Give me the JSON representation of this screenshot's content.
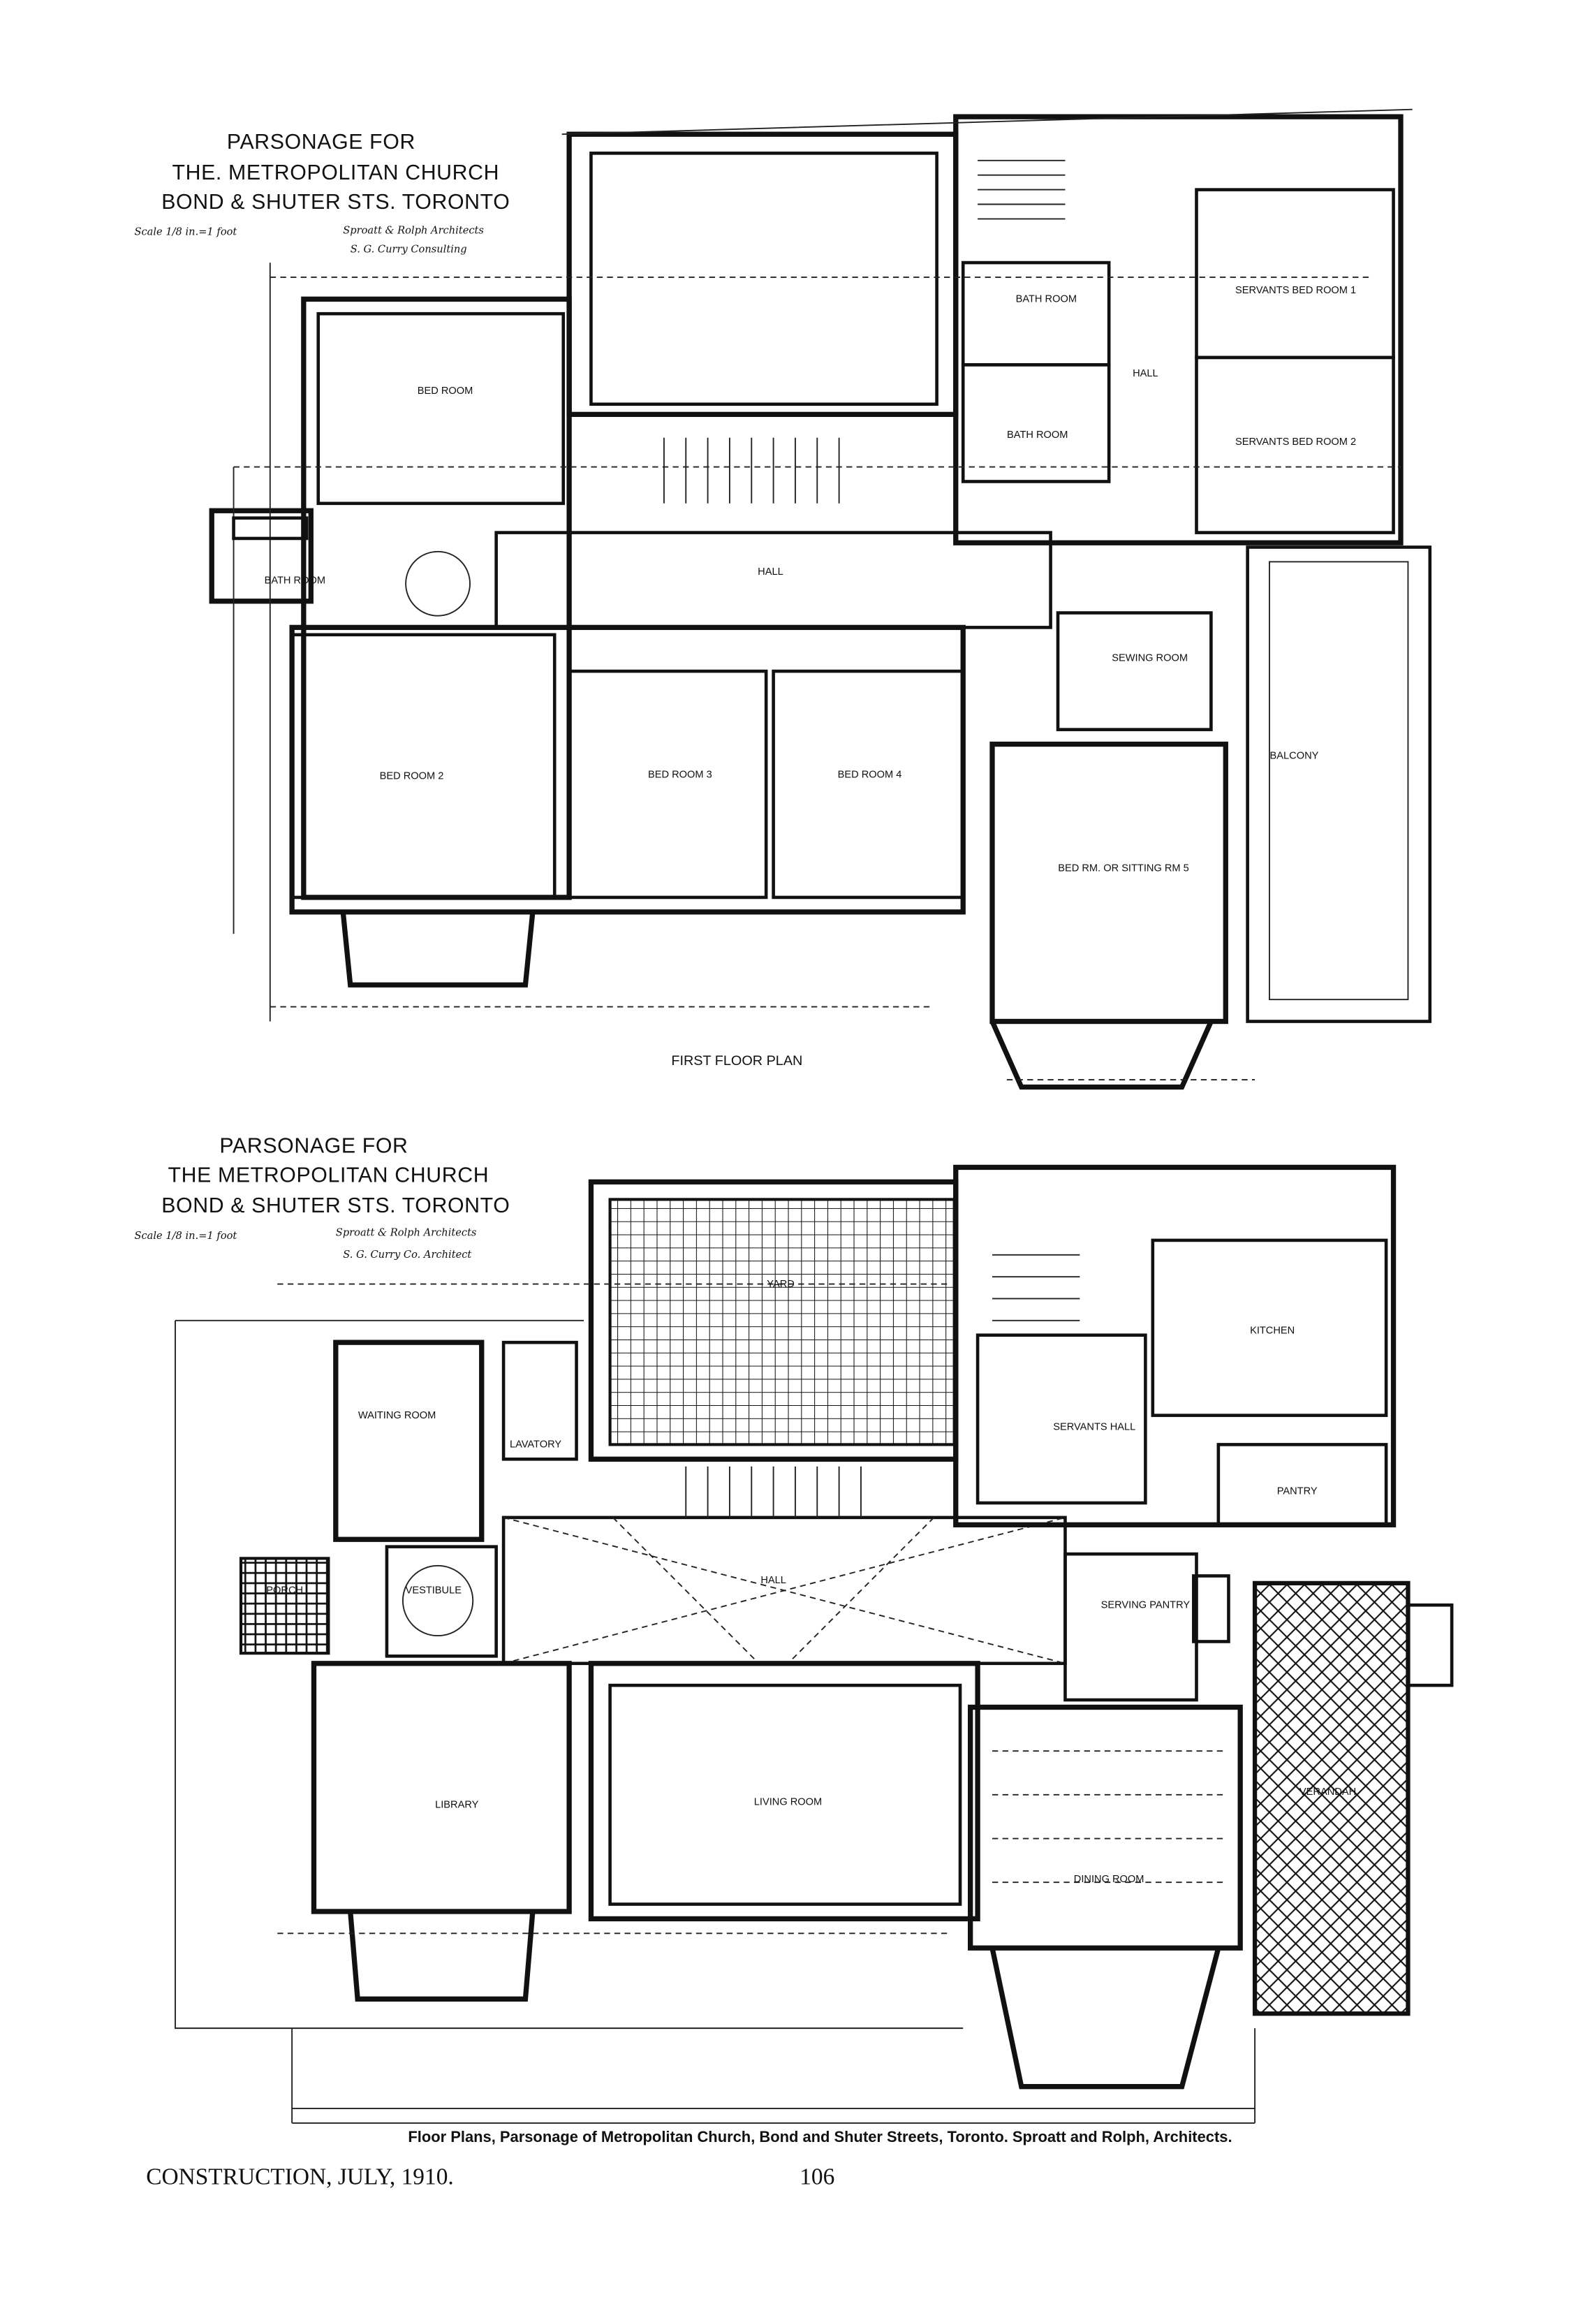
{
  "first_floor": {
    "title_lines": [
      "PARSONAGE FOR",
      "THE. METROPOLITAN CHURCH",
      "BOND & SHUTER STS. TORONTO"
    ],
    "scale_note": "Scale 1/8 in.=1 foot",
    "signatures": [
      "Sproatt & Rolph Architects",
      "S. G. Curry Consulting"
    ],
    "plan_title": "FIRST FLOOR PLAN",
    "rooms": {
      "bed_room_1": "BED ROOM",
      "bath_room_left": "BATH ROOM",
      "hall": "HALL",
      "bed_room_2": "BED ROOM 2",
      "bed_room_3": "BED ROOM 3",
      "bed_room_4": "BED ROOM 4",
      "bath_room_upper": "BATH ROOM",
      "bath_room_lower": "BATH ROOM",
      "hall_rear": "HALL",
      "servants_bed_room_1": "SERVANTS BED ROOM 1",
      "servants_bed_room_2": "SERVANTS BED ROOM 2",
      "sewing_room": "SEWING ROOM",
      "balcony": "BALCONY",
      "bed_rm_sitting_rm": "BED RM. OR SITTING RM 5"
    }
  },
  "ground_floor": {
    "title_lines": [
      "PARSONAGE FOR",
      "THE METROPOLITAN CHURCH",
      "BOND & SHUTER STS. TORONTO"
    ],
    "scale_note": "Scale 1/8 in.=1 foot",
    "signatures": [
      "Sproatt & Rolph Architects",
      "S. G. Curry Co. Architect"
    ],
    "rooms": {
      "yard": "YARD",
      "waiting_room": "WAITING ROOM",
      "lavatory": "LAVATORY",
      "kitchen": "KITCHEN",
      "servants_hall": "SERVANTS HALL",
      "pantry": "PANTRY",
      "porch": "PORCH",
      "vestibule": "VESTIBULE",
      "hall": "HALL",
      "serving_pantry": "SERVING PANTRY",
      "library": "LIBRARY",
      "living_room": "LIVING ROOM",
      "dining_room": "DINING ROOM",
      "verandah": "VERANDAH"
    }
  },
  "caption": "Floor Plans, Parsonage of Metropolitan Church, Bond and Shuter Streets, Toronto. Sproatt and Rolph, Architects.",
  "footer": {
    "publication": "CONSTRUCTION, JULY, 1910.",
    "page_number": "106"
  }
}
